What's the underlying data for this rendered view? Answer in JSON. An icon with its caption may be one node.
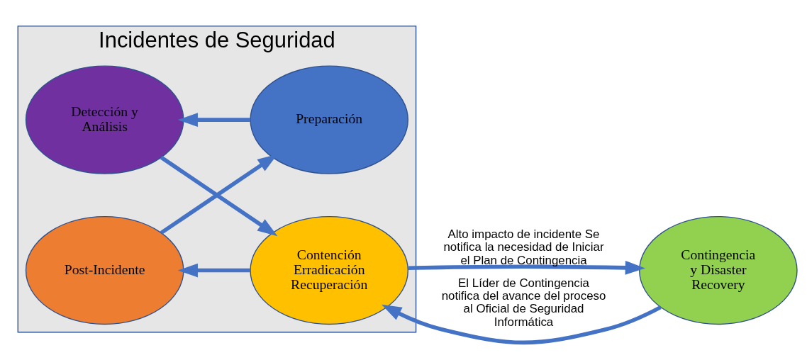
{
  "diagram": {
    "nodes": [
      {
        "text": [
          "Incidentes de Seguridad"
        ]
      },
      {
        "text": [
          "Detección y Análisis"
        ],
        "in": 0
      },
      {
        "text": [
          "Preparación"
        ],
        "in": 0
      },
      {
        "text": [
          "Contención Erradicación Recuperación"
        ],
        "in": 0
      },
      {
        "text": [
          "Post-Incidente"
        ],
        "in": 0
      },
      {
        "text": [
          "Contingencia y Disaster Recovery"
        ]
      }
    ],
    "edges": [
      {
        "from": 2,
        "to": 1,
        "arrow": "to"
      },
      {
        "from": 1,
        "to": 3,
        "arrow": "to"
      },
      {
        "from": 3,
        "to": 4,
        "arrow": "to"
      },
      {
        "from": 4,
        "to": 2,
        "arrow": "to"
      },
      {
        "from": 3,
        "to": 5,
        "arrow": "to",
        "label": "Alto impacto de incidente Se notifica la necesidad de Iniciar el Plan de Contingencia"
      },
      {
        "from": 5,
        "to": 3,
        "arrow": "to",
        "label": "El Líder de Contingencia notifica del avance del proceso al Oficial de Seguridad Informática"
      }
    ]
  }
}
